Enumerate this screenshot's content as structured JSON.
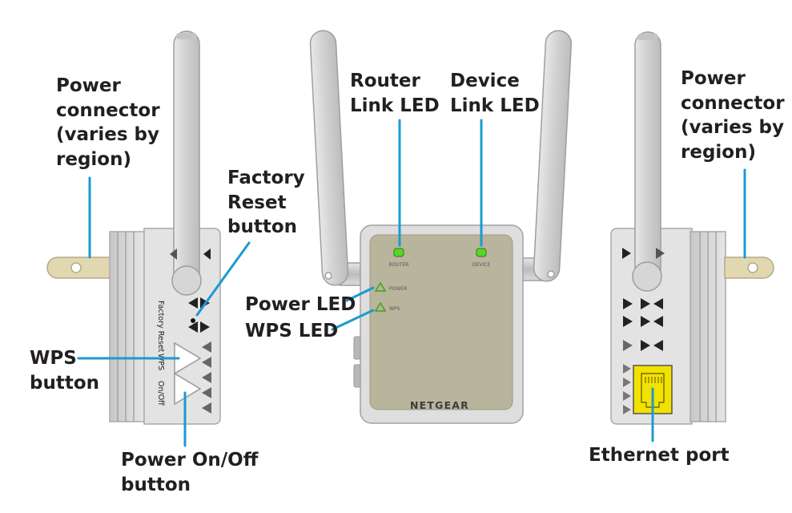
{
  "callouts": {
    "left_power_connector": [
      "Power",
      "connector",
      "(varies by",
      "region)"
    ],
    "factory_reset_button": [
      "Factory",
      "Reset",
      "button"
    ],
    "wps_button": [
      "WPS",
      "button"
    ],
    "power_onoff_button": [
      "Power On/Off",
      "button"
    ],
    "router_link_led": [
      "Router",
      "Link LED"
    ],
    "device_link_led": [
      "Device",
      "Link LED"
    ],
    "power_led": "Power LED",
    "wps_led": "WPS LED",
    "right_power_connector": [
      "Power",
      "connector",
      "(varies by",
      "region)"
    ],
    "ethernet_port": "Ethernet port"
  },
  "device_markings": {
    "router": "ROUTER",
    "device": "DEVICE",
    "power": "POWER",
    "wps": "WPS",
    "brand": "NETGEAR",
    "side_factory_reset": "Factory Reset",
    "side_wps": "WPS",
    "side_onoff": "On/Off"
  },
  "colors": {
    "callout_line": "#1b9bd1",
    "text": "#231f20",
    "led_green": "#57d52a",
    "ethernet_yellow": "#f2e200",
    "panel_face": "#b9b49c",
    "body_grey": "#d9d9d9"
  }
}
